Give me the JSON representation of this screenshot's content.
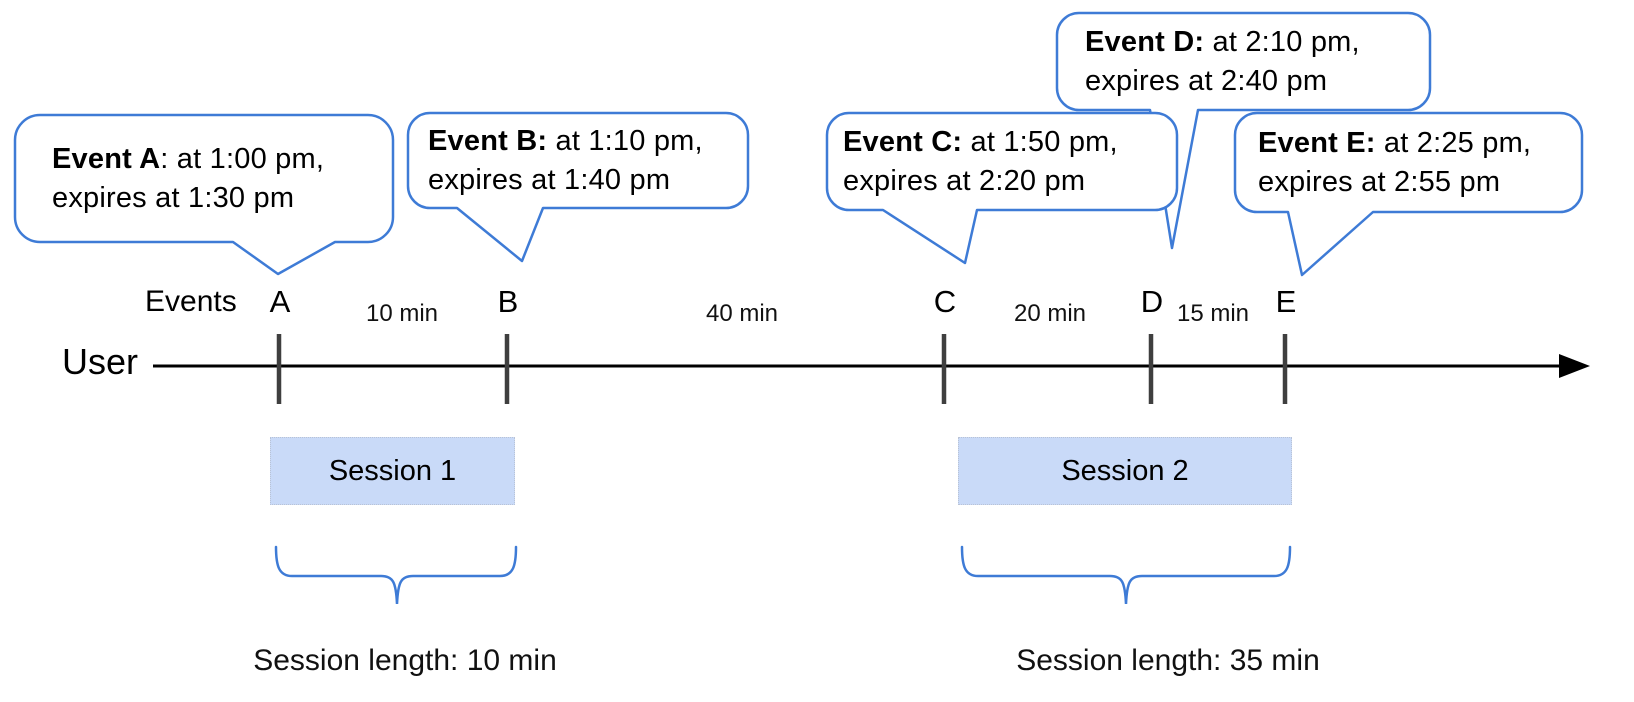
{
  "colors": {
    "accent": "#3e7bd6",
    "session-fill": "#c9daf8",
    "tick": "#3f3f3f",
    "line": "#000000"
  },
  "timeline": {
    "user_label": "User",
    "events_axis_label": "Events"
  },
  "events": [
    {
      "letter": "A",
      "callout_bold": "Event A",
      "callout_rest": ": at 1:00 pm,",
      "callout_line2": "expires at 1:30 pm"
    },
    {
      "letter": "B",
      "callout_bold": "Event B:",
      "callout_rest": " at 1:10 pm,",
      "callout_line2": "expires at 1:40 pm"
    },
    {
      "letter": "C",
      "callout_bold": "Event C:",
      "callout_rest": " at 1:50 pm,",
      "callout_line2": "expires at 2:20 pm"
    },
    {
      "letter": "D",
      "callout_bold": "Event D:",
      "callout_rest": " at 2:10 pm,",
      "callout_line2": "expires at 2:40 pm"
    },
    {
      "letter": "E",
      "callout_bold": "Event E:",
      "callout_rest": " at 2:25 pm,",
      "callout_line2": "expires at 2:55 pm"
    }
  ],
  "gaps": [
    {
      "label": "10 min"
    },
    {
      "label": "40 min"
    },
    {
      "label": "20 min"
    },
    {
      "label": "15 min"
    }
  ],
  "sessions": [
    {
      "label": "Session 1",
      "length": "Session length: 10 min"
    },
    {
      "label": "Session 2",
      "length": "Session length: 35 min"
    }
  ]
}
